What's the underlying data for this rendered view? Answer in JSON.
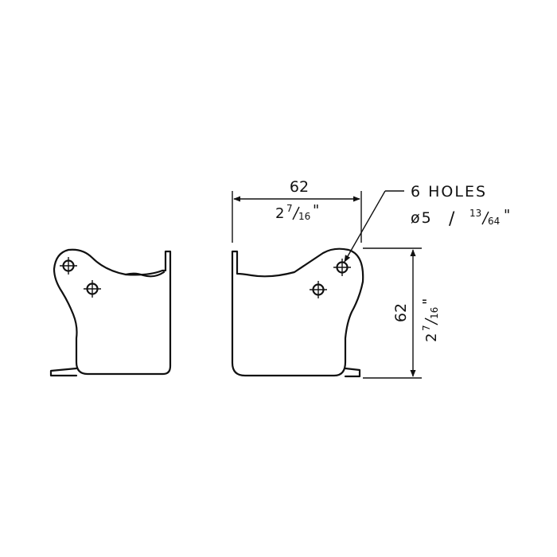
{
  "drawing": {
    "width_dimension": {
      "metric": "62",
      "imperial_whole": "2",
      "imperial_num": "7",
      "imperial_den": "16",
      "inch_mark": "\""
    },
    "height_dimension": {
      "metric": "62",
      "imperial_whole": "2",
      "imperial_num": "7",
      "imperial_den": "16",
      "inch_mark": "\""
    },
    "holes_note": {
      "line1": "6 HOLES",
      "diameter_symbol": "ø5",
      "separator": "/",
      "imperial_num": "13",
      "imperial_den": "64",
      "inch_mark": "\""
    }
  }
}
